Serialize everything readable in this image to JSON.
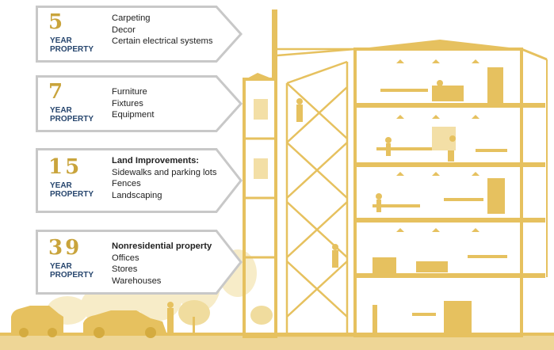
{
  "colors": {
    "building": "#e6c15f",
    "building_light": "#f3dfa6",
    "callout_border": "#c8c8c8",
    "number": "#c9a43c",
    "year_text": "#27466e",
    "item_text": "#222222"
  },
  "callouts": [
    {
      "number": "5",
      "year_label": "YEAR",
      "property_label": "PROPERTY",
      "heading": "",
      "items": [
        "Carpeting",
        "Decor",
        "Certain electrical systems"
      ]
    },
    {
      "number": "7",
      "year_label": "YEAR",
      "property_label": "PROPERTY",
      "heading": "",
      "items": [
        "Furniture",
        "Fixtures",
        "Equipment"
      ]
    },
    {
      "number": "15",
      "year_label": "YEAR",
      "property_label": "PROPERTY",
      "heading": "Land Improvements:",
      "items": [
        "Sidewalks and parking lots",
        "Fences",
        "Landscaping"
      ]
    },
    {
      "number": "39",
      "year_label": "YEAR",
      "property_label": "PROPERTY",
      "heading": "Nonresidential property",
      "items": [
        "Offices",
        "Stores",
        "Warehouses"
      ]
    }
  ]
}
